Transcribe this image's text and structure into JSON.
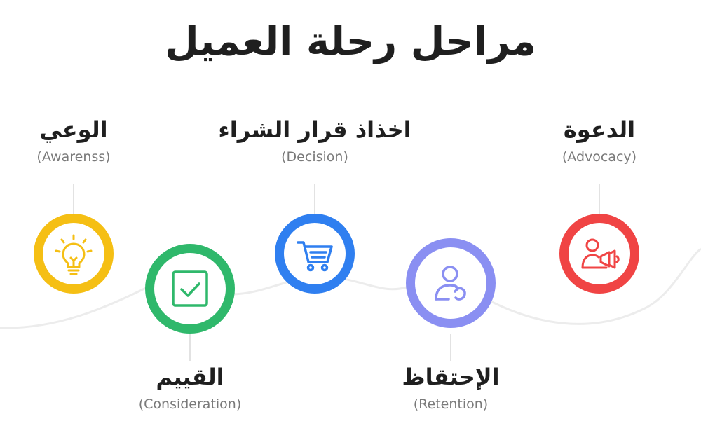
{
  "title": "مراحل رحلة العميل",
  "stages": [
    {
      "name": "الوعي",
      "sub": "(Awarenss)",
      "color": "#f5bf14",
      "icon": "lightbulb-icon"
    },
    {
      "name": "القييم",
      "sub": "(Consideration)",
      "color": "#2fb86b",
      "icon": "checkbox-icon"
    },
    {
      "name": "اخذاذ قرار الشراء",
      "sub": "(Decision)",
      "color": "#2f7ff0",
      "icon": "shopping-cart-icon"
    },
    {
      "name": "الإحتقاظ",
      "sub": "(Retention)",
      "color": "#8a8ff2",
      "icon": "user-refresh-icon"
    },
    {
      "name": "الدعوة",
      "sub": "(Advocacy)",
      "color": "#f04444",
      "icon": "megaphone-user-icon"
    }
  ]
}
